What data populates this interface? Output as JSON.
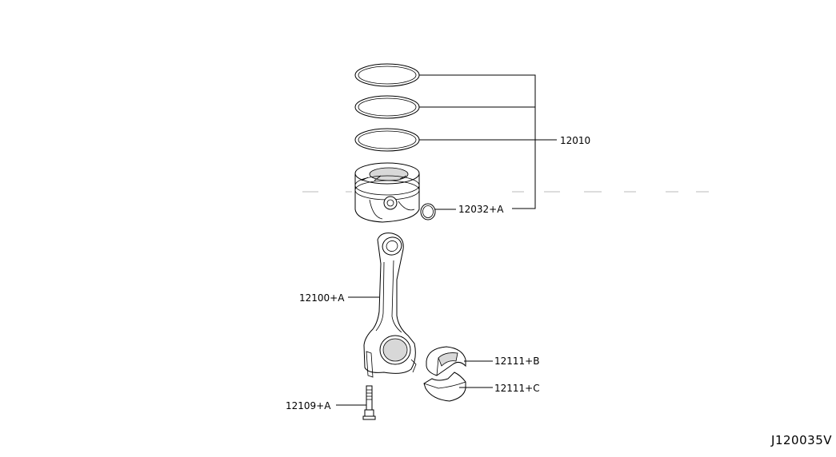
{
  "labels": {
    "piston_ring_set": "12010",
    "piston_pin_snap_ring": "12032+A",
    "connecting_rod": "12100+A",
    "rod_bolt": "12109+A",
    "bearing_upper": "12111+B",
    "bearing_lower": "12111+C"
  },
  "diagram_code": "J120035V"
}
